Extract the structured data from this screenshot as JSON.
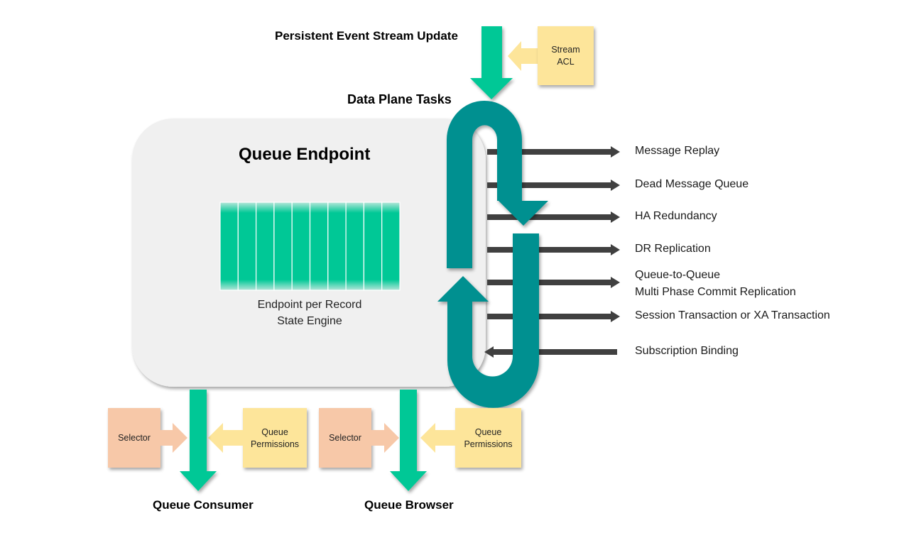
{
  "colors": {
    "green_arrow": "#00c896",
    "teal_loop": "#009090",
    "dark_arrow": "#404040",
    "endpoint_bg": "#f0f0f0",
    "acl_box": "#fde59a",
    "selector_box": "#f7c8a8"
  },
  "top": {
    "stream_update_label": "Persistent Event Stream Update",
    "stream_acl_line1": "Stream",
    "stream_acl_line2": "ACL",
    "data_plane_label": "Data Plane Tasks"
  },
  "endpoint": {
    "title": "Queue Endpoint",
    "engine_line1": "Endpoint per Record",
    "engine_line2": "State Engine",
    "record_slots": 10
  },
  "tasks": [
    {
      "label": "Message Replay",
      "direction": "out"
    },
    {
      "label": "Dead Message Queue",
      "direction": "out"
    },
    {
      "label": "HA Redundancy",
      "direction": "out"
    },
    {
      "label": "DR Replication",
      "direction": "out"
    },
    {
      "label": "Queue-to-Queue",
      "label2": "Multi Phase Commit Replication",
      "direction": "out"
    },
    {
      "label": "Session Transaction or XA Transaction",
      "direction": "out"
    },
    {
      "label": "Subscription Binding",
      "direction": "in"
    }
  ],
  "bottom": {
    "consumer": {
      "selector_label": "Selector",
      "perm_line1": "Queue",
      "perm_line2": "Permissions",
      "title": "Queue Consumer"
    },
    "browser": {
      "selector_label": "Selector",
      "perm_line1": "Queue",
      "perm_line2": "Permissions",
      "title": "Queue Browser"
    }
  }
}
